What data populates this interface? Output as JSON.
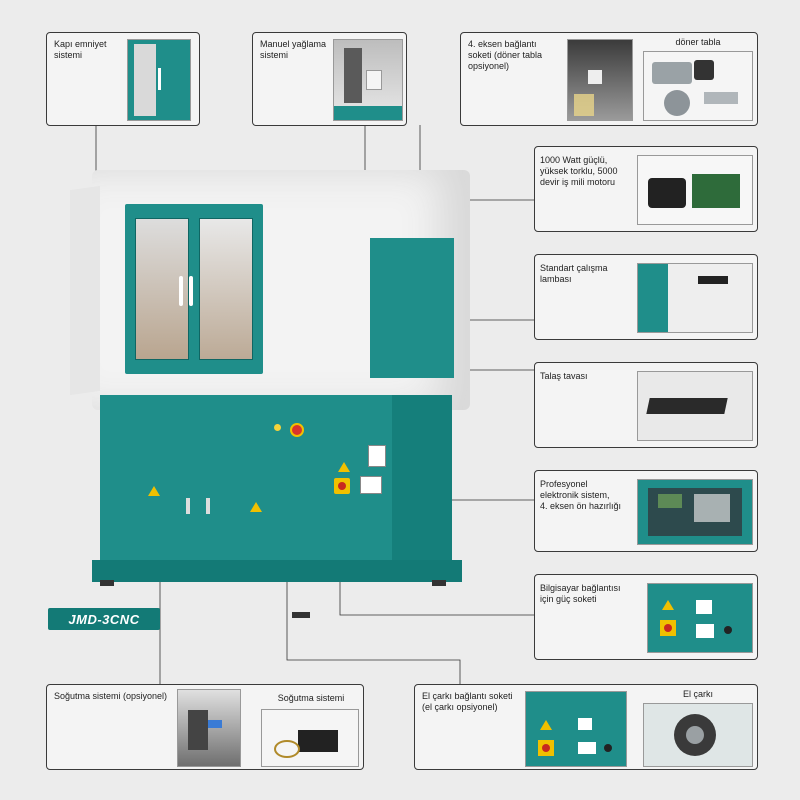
{
  "model_label": "JMD-3CNC",
  "callouts": {
    "door_safety": "Kapı emniyet\nsistemi",
    "manual_lube": "Manuel yağlama\nsistemi",
    "axis4_socket": "4. eksen bağlantı\nsoketi (döner tabla\nopsiyonel)",
    "rotary_table": "döner tabla",
    "motor": "1000 Watt güçlü,\nyüksek torklu, 5000\ndevir iş mili motoru",
    "lamp": "Standart çalışma\nlambası",
    "chip_tray": "Talaş tavası",
    "electronics": "Profesyonel\nelektronik sistem,\n4. eksen ön hazırlığı",
    "pc_power": "Bilgisayar bağlantısı\niçin güç soketi",
    "coolant_opt": "Soğutma sistemi (opsiyonel)",
    "coolant": "Soğutma sistemi",
    "handwheel_socket": "El çarkı bağlantı soketi\n(el çarkı opsiyonel)",
    "handwheel": "El çarkı"
  },
  "colors": {
    "accent": "#1f8e8a",
    "body": "#f2f2f2"
  }
}
